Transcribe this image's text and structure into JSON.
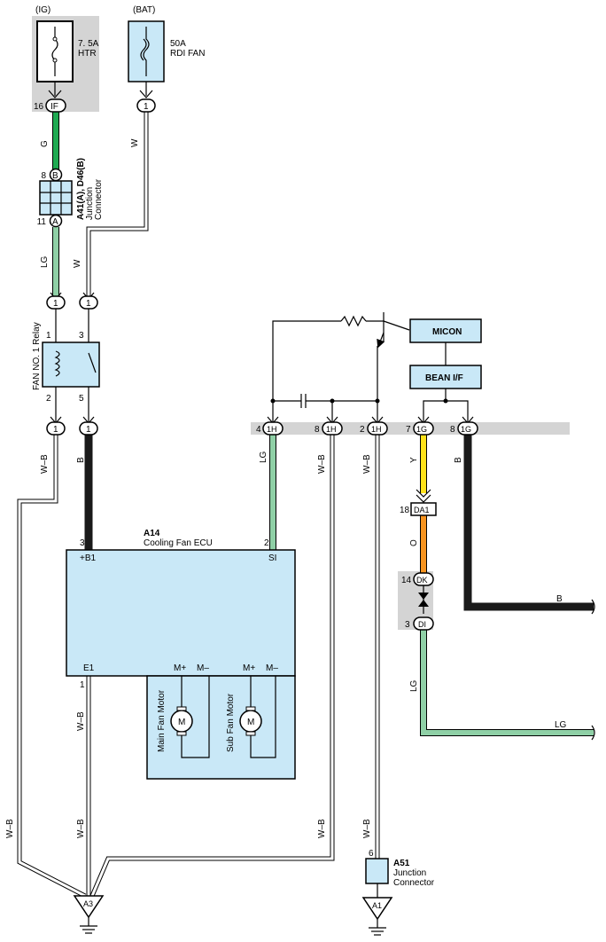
{
  "colors": {
    "G": "#1faa52",
    "LG": "#8fd0a6",
    "W": "#ffffff",
    "B": "#1a1a1a",
    "Y": "#ffe21a",
    "O": "#f7931e",
    "WB": "#ffffff",
    "component_fill": "#c9e8f7",
    "shade": "#d4d4d4"
  },
  "power": {
    "ig_label": "(IG)",
    "bat_label": "(BAT)",
    "fuse_htr_rating": "7. 5A",
    "fuse_htr_name": "HTR",
    "fuse_rdi_rating": "50A",
    "fuse_rdi_name": "RDI FAN"
  },
  "connectors": {
    "if_pin": "16",
    "if_code": "IF",
    "bat_pin": "1",
    "jc_top_pin": "8",
    "jc_top_code": "B",
    "jc_bottom_pin": "11",
    "jc_bottom_code": "A",
    "jc_title": "A41(A), D46(B)",
    "jc_line1": "Junction",
    "jc_line2": "Connector",
    "relay_in_left": "1",
    "relay_in_right": "1",
    "relay_out_left": "1",
    "relay_out_right": "1",
    "relay_pin_1": "1",
    "relay_pin_2": "2",
    "relay_pin_3": "3",
    "relay_pin_5": "5",
    "relay_name": "FAN NO. 1 Relay",
    "c1h_4_pin": "4",
    "c1h_4_code": "1H",
    "c1h_8_pin": "8",
    "c1h_8_code": "1H",
    "c1h_2_pin": "2",
    "c1h_2_code": "1H",
    "c1g_7_pin": "7",
    "c1g_7_code": "1G",
    "c1g_8_pin": "8",
    "c1g_8_code": "1G",
    "da1_pin": "18",
    "da1_code": "DA1",
    "dk_pin": "14",
    "dk_code": "DK",
    "di_pin": "3",
    "di_code": "DI"
  },
  "wires": {
    "g": "G",
    "w_top": "W",
    "lg_left": "LG",
    "w_mid": "W",
    "wb_left": "W–B",
    "b_relay": "B",
    "lg_si": "LG",
    "wb_1h8": "W–B",
    "wb_1h2": "W–B",
    "y": "Y",
    "b_1g8": "B",
    "o": "O",
    "b_right": "B",
    "lg_di": "LG",
    "lg_right": "LG",
    "wb_e1": "W–B",
    "wb_far_left": "W–B",
    "wb_bottom_mid": "W–B",
    "wb_bottom_1h8": "W–B",
    "wb_a51": "W–B"
  },
  "ecu": {
    "code": "A14",
    "name": "Cooling Fan ECU",
    "pin_b1_num": "3",
    "pin_b1": "+B1",
    "pin_si_num": "2",
    "pin_si": "SI",
    "pin_e1": "E1",
    "pin_e1_num": "1",
    "mplus1": "M+",
    "mminus1": "M–",
    "mplus2": "M+",
    "mminus2": "M–",
    "main_motor": "Main Fan Motor",
    "sub_motor": "Sub Fan Motor",
    "motor_symbol": "M"
  },
  "micon": {
    "micon_label": "MICON",
    "bean_label": "BEAN I/F"
  },
  "ground": {
    "a3": "A3",
    "a1": "A1",
    "a51_code": "A51",
    "a51_pin": "6",
    "a51_line1": "Junction",
    "a51_line2": "Connector"
  }
}
